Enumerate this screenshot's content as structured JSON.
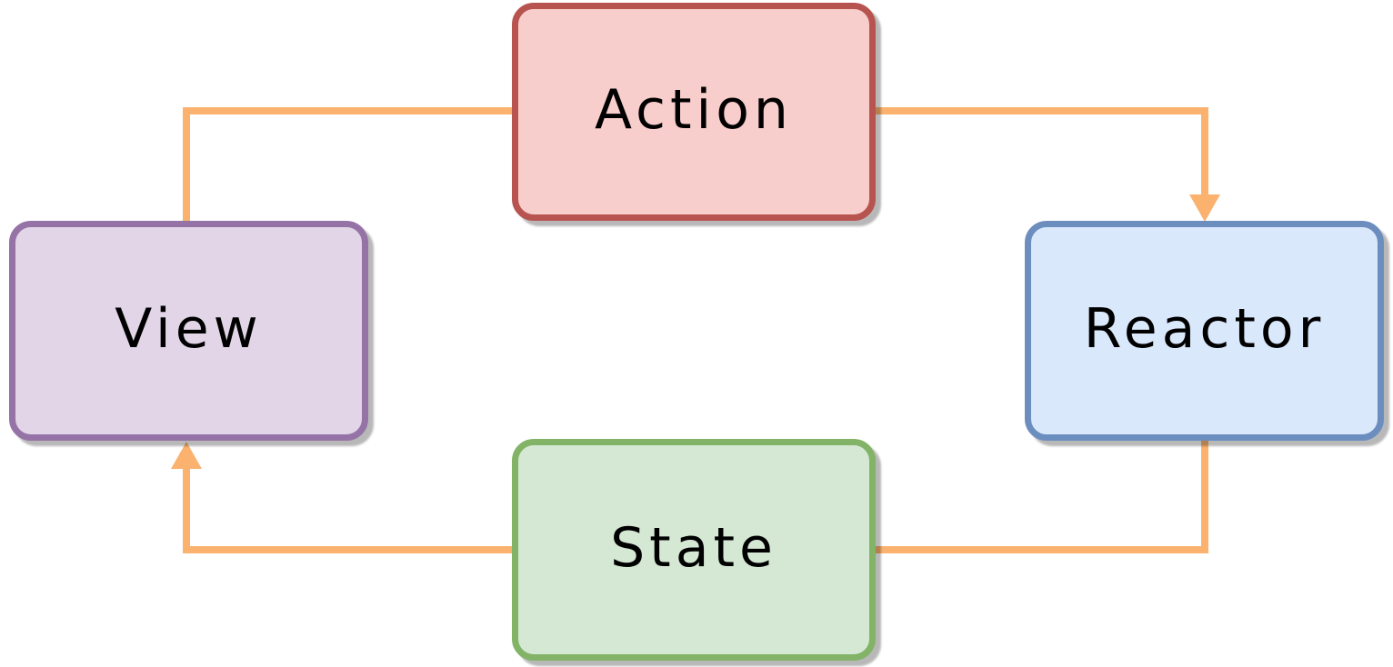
{
  "diagram": {
    "type": "flow-diagram",
    "background_color": "#ffffff",
    "connector_color": "#fab26e",
    "nodes": [
      {
        "id": "action",
        "label": "Action",
        "position": "top-center",
        "fill": "#f8cecc",
        "border": "#b85450"
      },
      {
        "id": "reactor",
        "label": "Reactor",
        "position": "middle-right",
        "fill": "#dae8fc",
        "border": "#6c8ebf"
      },
      {
        "id": "state",
        "label": "State",
        "position": "bottom-center",
        "fill": "#d5e8d4",
        "border": "#82b366"
      },
      {
        "id": "view",
        "label": "View",
        "position": "middle-left",
        "fill": "#e1d5e7",
        "border": "#9673a6"
      }
    ],
    "edges": [
      {
        "from": "view",
        "to": "action",
        "style": "elbow",
        "arrowhead": false
      },
      {
        "from": "action",
        "to": "reactor",
        "style": "elbow",
        "arrowhead": true
      },
      {
        "from": "reactor",
        "to": "state",
        "style": "elbow",
        "arrowhead": false
      },
      {
        "from": "state",
        "to": "view",
        "style": "elbow",
        "arrowhead": true
      }
    ]
  }
}
